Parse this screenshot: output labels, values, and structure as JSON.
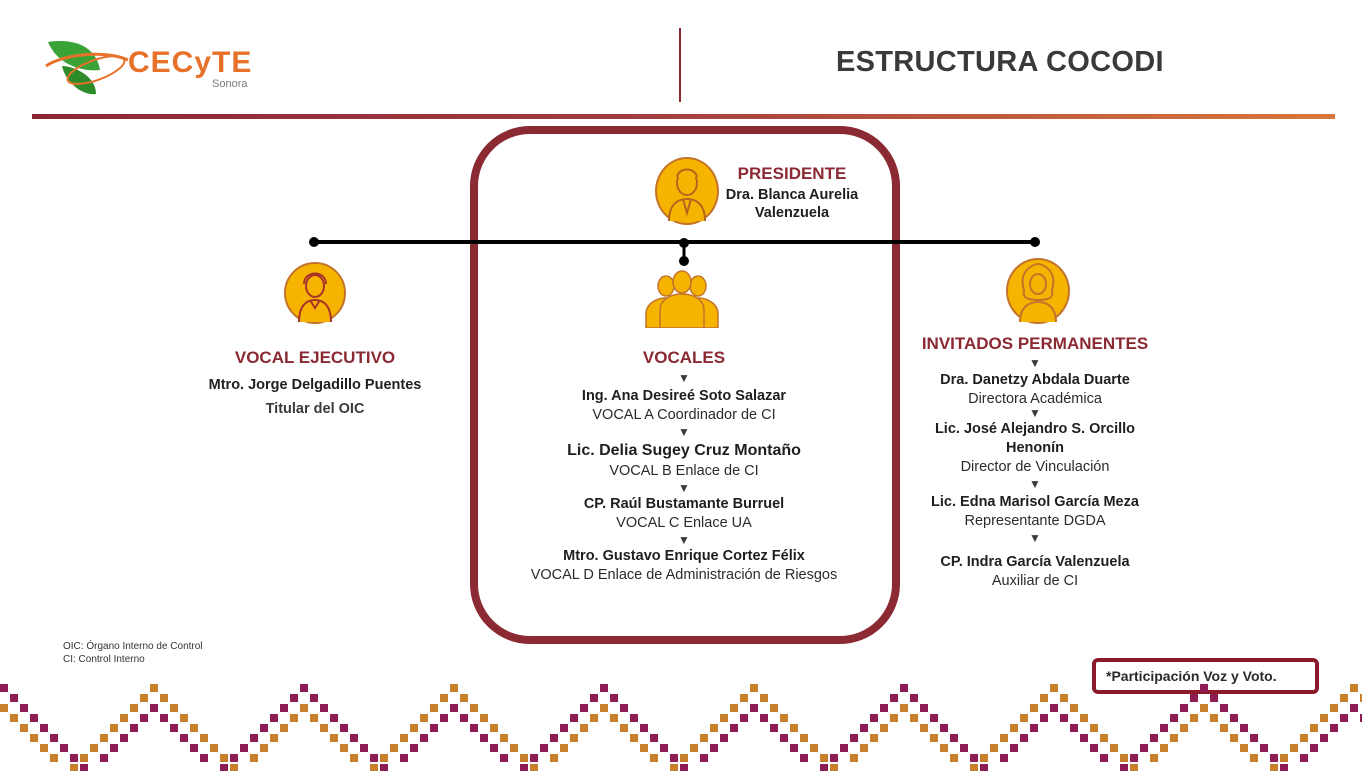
{
  "header": {
    "logo_word": "CECyTE",
    "logo_sub": "Sonora",
    "title": "ESTRUCTURA COCODI"
  },
  "presidente": {
    "role": "PRESIDENTE",
    "name_line1": "Dra. Blanca Aurelia",
    "name_line2": "Valenzuela"
  },
  "vocal_ejecutivo": {
    "role": "VOCAL EJECUTIVO",
    "name": "Mtro. Jorge Delgadillo Puentes",
    "post": "Titular del OIC"
  },
  "vocales": {
    "role": "VOCALES",
    "members": [
      {
        "name": "Ing. Ana Desireé Soto Salazar",
        "post": "VOCAL A Coordinador de CI"
      },
      {
        "name": "Lic. Delia Sugey Cruz Montaño",
        "post": "VOCAL B Enlace de CI"
      },
      {
        "name": "CP. Raúl Bustamante Burruel",
        "post": "VOCAL C Enlace UA"
      },
      {
        "name": "Mtro. Gustavo Enrique Cortez Félix",
        "post": "VOCAL D Enlace de Administración de Riesgos"
      }
    ]
  },
  "invitados": {
    "role": "INVITADOS PERMANENTES",
    "members": [
      {
        "name": "Dra. Danetzy Abdala Duarte",
        "post": "Directora Académica"
      },
      {
        "name": "Lic. José Alejandro S. Orcillo Henonín",
        "name_line1": "Lic. José Alejandro S. Orcillo",
        "name_line2": "Henonín",
        "post": "Director de Vinculación"
      },
      {
        "name": "Lic. Edna Marisol García Meza",
        "post": "Representante DGDA"
      },
      {
        "name": "CP. Indra García Valenzuela",
        "post": "Auxiliar de CI"
      }
    ]
  },
  "footnotes": {
    "line1": "OIC: Órgano Interno de Control",
    "line2": "CI: Control Interno",
    "participacion": "*Participación Voz y Voto."
  },
  "icons": {
    "presidente": "man-in-suit-icon",
    "vocal_ejecutivo": "man-with-headset-icon",
    "vocales": "group-people-icon",
    "invitados": "woman-icon",
    "arrow": "down-triangle-icon"
  },
  "colors": {
    "accent": "#8b2a33",
    "orange": "#e8712a",
    "icon_fill": "#f6b400"
  }
}
